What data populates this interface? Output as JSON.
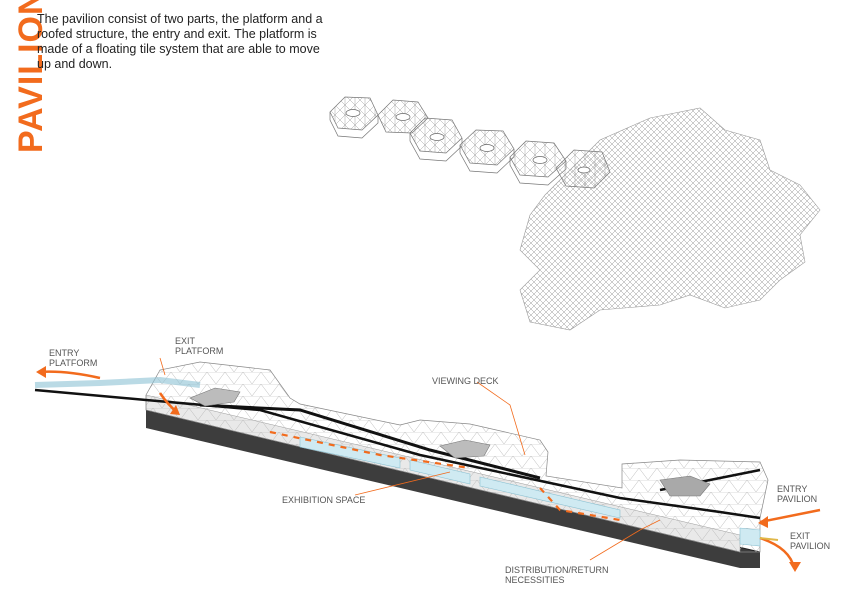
{
  "title": "PAVILION",
  "intro": "The pavilion consist of two parts, the platform and a roofed structure, the entry and exit. The platform is made of a floating tile system that are able to move up and down.",
  "labels": {
    "entry_platform": [
      "ENTRY",
      "PLATFORM"
    ],
    "exit_platform": [
      "EXIT",
      "PLATFORM"
    ],
    "viewing_deck": "VIEWING DECK",
    "exhibition_space": "EXHIBITION SPACE",
    "entry_pavilion": [
      "ENTRY",
      "PAVILION"
    ],
    "exit_pavilion": [
      "EXIT",
      "PAVILION"
    ],
    "distribution": [
      "DISTRIBUTION/RETURN",
      "NECESSITIES"
    ]
  },
  "colors": {
    "accent": "#f26b1d",
    "glass": "#cfeaf2",
    "dark": "#3d3d3d",
    "line": "#9a9a9a",
    "exit_marker": "#e0b84a"
  }
}
